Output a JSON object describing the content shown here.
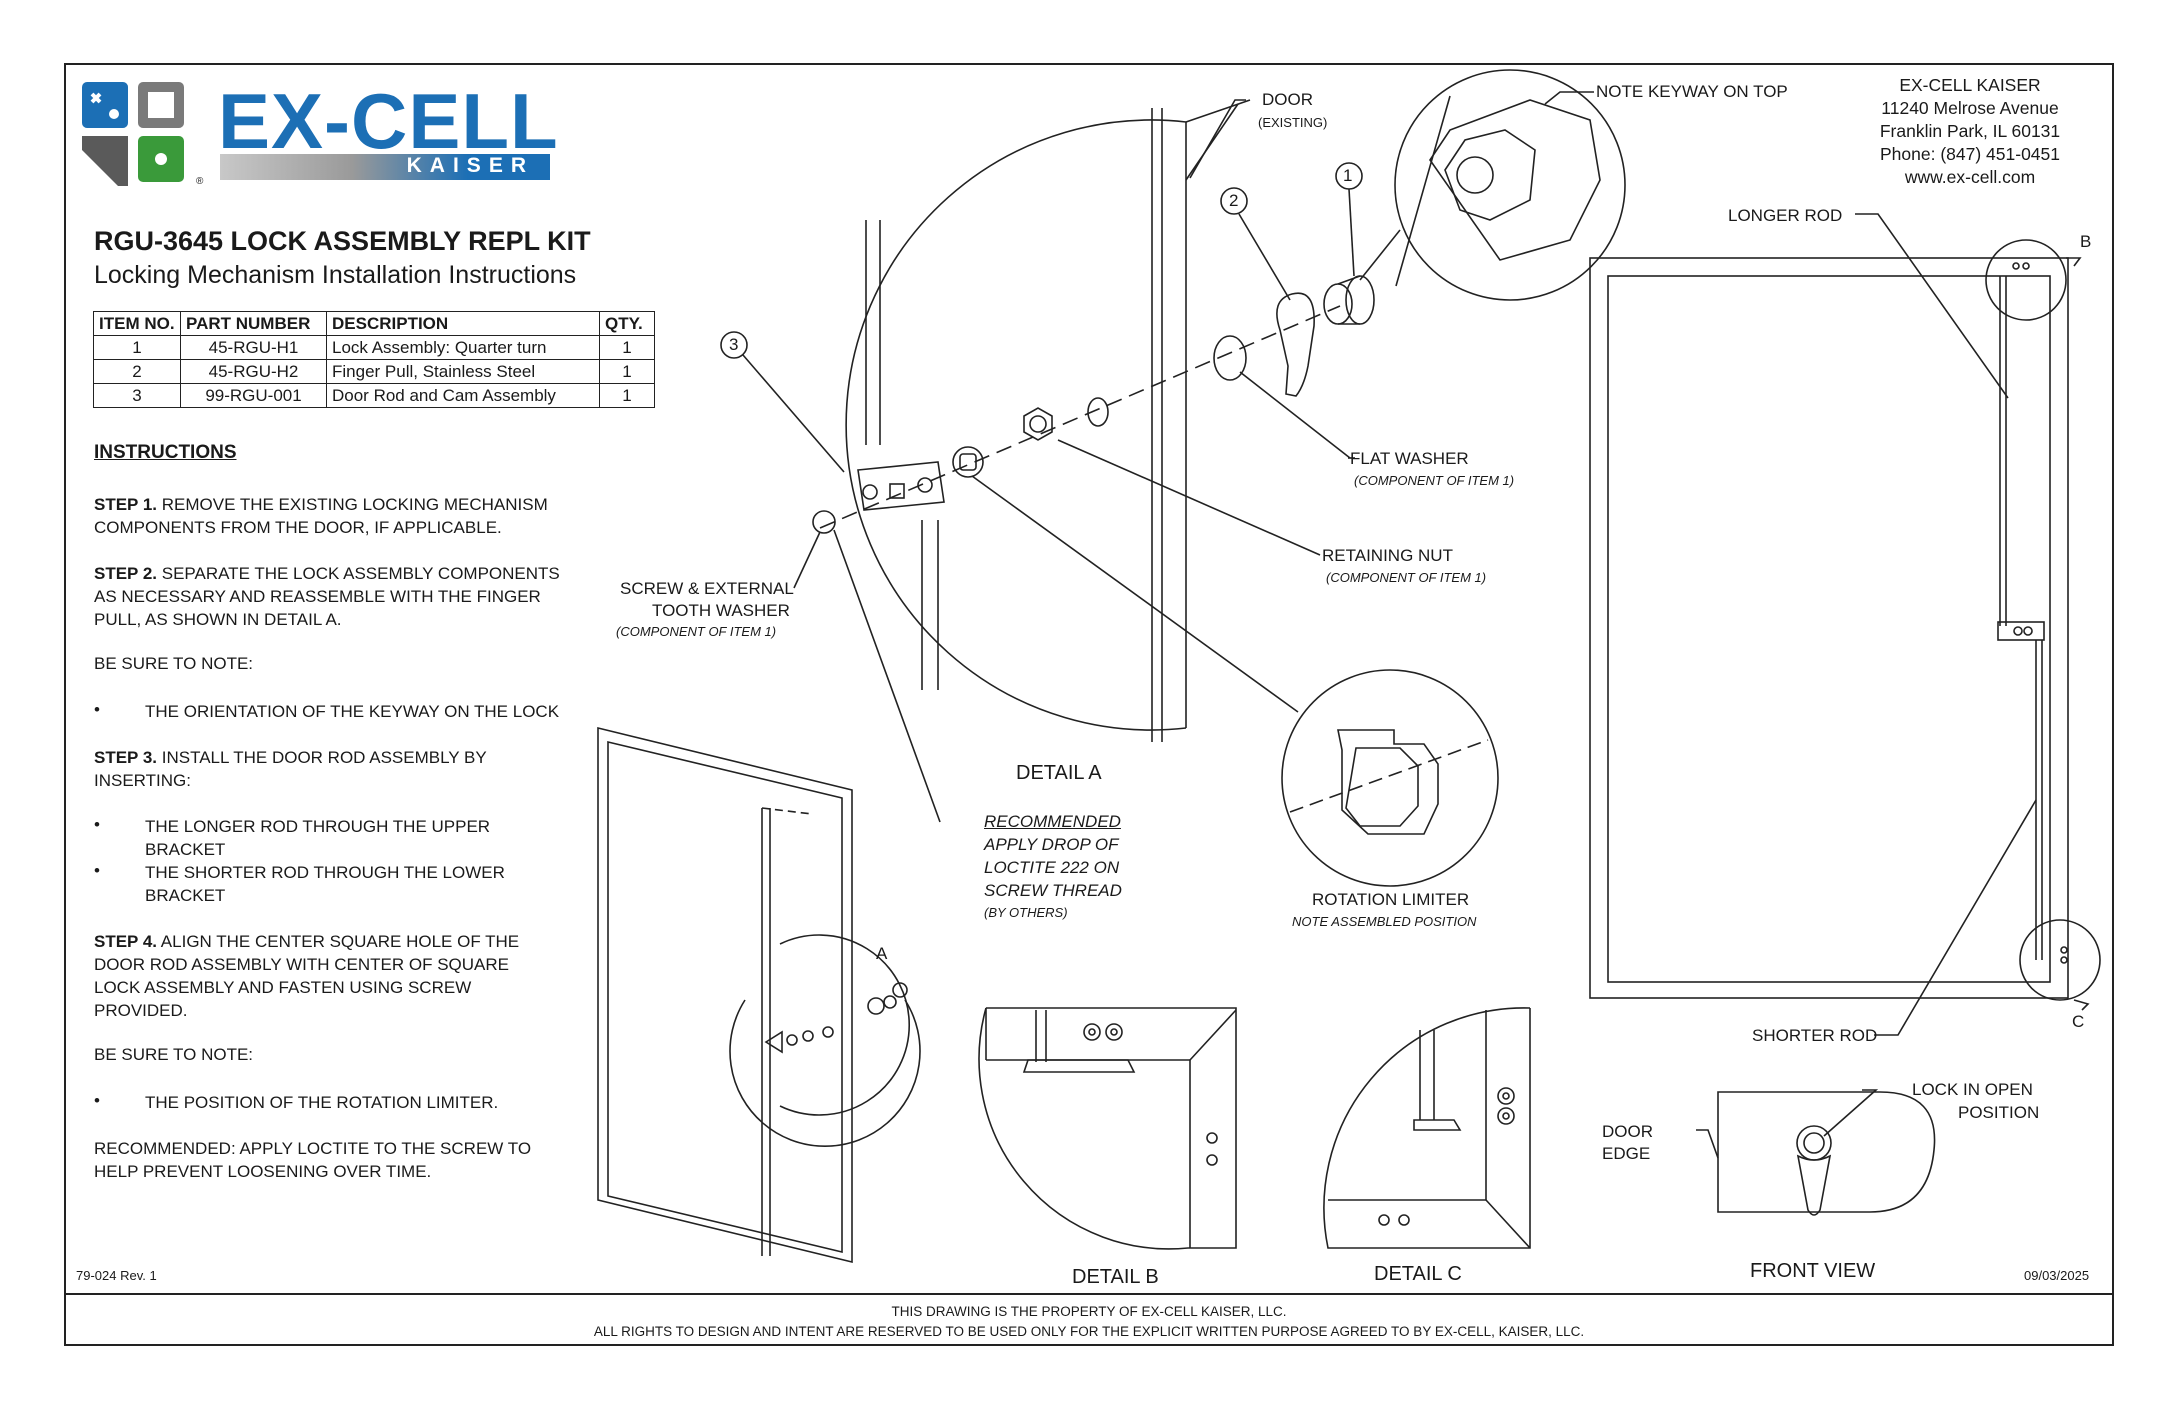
{
  "company": {
    "logo_main": "EX-CELL",
    "logo_sub": "KAISER",
    "reg_mark": "®",
    "address": [
      "EX-CELL KAISER",
      "11240 Melrose Avenue",
      "Franklin Park, IL 60131",
      "Phone: (847) 451-0451",
      "www.ex-cell.com"
    ]
  },
  "title": "RGU-3645 LOCK ASSEMBLY REPL KIT",
  "subtitle": "Locking Mechanism Installation Instructions",
  "parts_table": {
    "headers": [
      "ITEM NO.",
      "PART NUMBER",
      "DESCRIPTION",
      "QTY."
    ],
    "rows": [
      [
        "1",
        "45-RGU-H1",
        "Lock Assembly: Quarter turn",
        "1"
      ],
      [
        "2",
        "45-RGU-H2",
        "Finger Pull, Stainless Steel",
        "1"
      ],
      [
        "3",
        "99-RGU-001",
        "Door Rod and Cam Assembly",
        "1"
      ]
    ]
  },
  "instructions": {
    "heading": "INSTRUCTIONS",
    "step1_label": "STEP 1.",
    "step1_text": "REMOVE THE EXISTING LOCKING MECHANISM COMPONENTS FROM THE DOOR, IF APPLICABLE.",
    "step2_label": "STEP 2.",
    "step2_text": "SEPARATE THE LOCK ASSEMBLY COMPONENTS AS NECESSARY AND REASSEMBLE WITH THE FINGER PULL, AS SHOWN IN DETAIL A.",
    "note1": "BE SURE TO NOTE:",
    "bullet1": "THE ORIENTATION OF THE KEYWAY ON THE LOCK",
    "step3_label": "STEP 3.",
    "step3_text": "INSTALL THE DOOR ROD ASSEMBLY BY INSERTING:",
    "bullet2": "THE LONGER ROD THROUGH THE UPPER BRACKET",
    "bullet3": "THE SHORTER ROD THROUGH THE LOWER BRACKET",
    "step4_label": "STEP 4.",
    "step4_text": "ALIGN THE CENTER SQUARE HOLE OF THE DOOR ROD ASSEMBLY WITH CENTER OF SQUARE LOCK ASSEMBLY AND FASTEN USING SCREW PROVIDED.",
    "note2": "BE SURE TO NOTE:",
    "bullet4": "THE POSITION OF THE ROTATION LIMITER.",
    "recommended": "RECOMMENDED: APPLY LOCTITE TO THE SCREW TO HELP PREVENT LOOSENING OVER TIME.",
    "bullet_char": "•"
  },
  "labels": {
    "door": "DOOR",
    "door_sub": "(EXISTING)",
    "keyway": "NOTE KEYWAY ON TOP",
    "item1": "1",
    "item2": "2",
    "item3": "3",
    "flat_washer": "FLAT WASHER",
    "flat_washer_sub": "(COMPONENT OF ITEM 1)",
    "retaining_nut": "RETAINING NUT",
    "retaining_nut_sub": "(COMPONENT OF ITEM 1)",
    "screw_line1": "SCREW & EXTERNAL",
    "screw_line2": "TOOTH WASHER",
    "screw_sub": "(COMPONENT OF ITEM 1)",
    "detail_a": "DETAIL A",
    "loctite_1": "RECOMMENDED",
    "loctite_2": "APPLY DROP OF",
    "loctite_3": "LOCTITE 222 ON",
    "loctite_4": "SCREW THREAD",
    "loctite_5": "(BY OTHERS)",
    "rotation_limiter": "ROTATION LIMITER",
    "rotation_sub": "NOTE ASSEMBLED POSITION",
    "longer_rod": "LONGER ROD",
    "shorter_rod": "SHORTER ROD",
    "callout_a": "A",
    "callout_b": "B",
    "callout_c": "C",
    "lock_open_1": "LOCK IN OPEN",
    "lock_open_2": "POSITION",
    "door_edge_1": "DOOR",
    "door_edge_2": "EDGE",
    "detail_b": "DETAIL B",
    "detail_c": "DETAIL C",
    "front_view": "FRONT VIEW"
  },
  "footer": {
    "rev": "79-024 Rev. 1",
    "date": "09/03/2025",
    "line1": "THIS DRAWING IS THE PROPERTY OF EX-CELL KAISER, LLC.",
    "line2": "ALL RIGHTS TO DESIGN AND INTENT ARE RESERVED TO BE USED ONLY FOR THE EXPLICIT WRITTEN PURPOSE AGREED TO BY EX-CELL, KAISER, LLC."
  },
  "colors": {
    "brand_blue": "#1c6fb5",
    "logo_gray": "#5a5a5a",
    "logo_green": "#3a9a3a"
  }
}
